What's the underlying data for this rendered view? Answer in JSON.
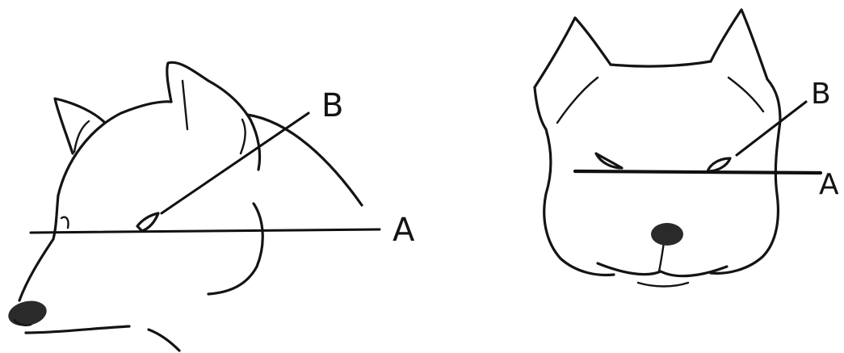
{
  "figures": {
    "side_view": {
      "line_a_label": "A",
      "line_b_label": "B"
    },
    "front_view": {
      "line_a_label": "A",
      "line_b_label": "B"
    }
  },
  "colors": {
    "ink": "#141414",
    "paper": "#ffffff",
    "nose_fill": "#2a2a2a"
  }
}
